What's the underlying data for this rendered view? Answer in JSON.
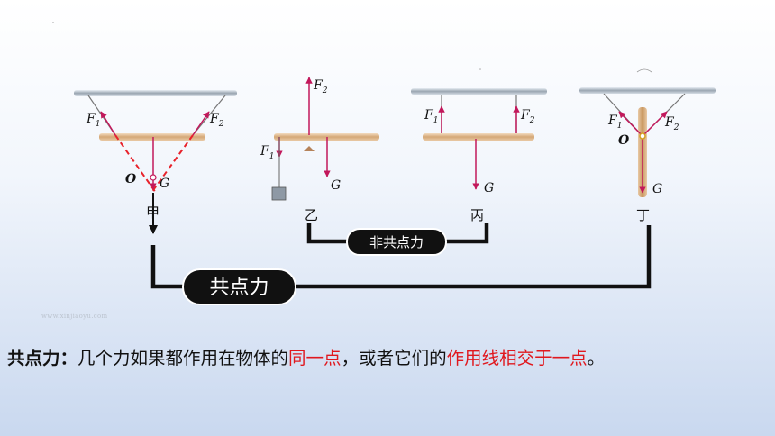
{
  "labels": {
    "f1": "F",
    "f1_sub": "1",
    "f2": "F",
    "f2_sub": "2",
    "g": "G",
    "o": "O"
  },
  "figures": {
    "jia": "甲",
    "yi": "乙",
    "bing": "丙",
    "ding": "丁"
  },
  "brackets": {
    "non_concurrent": "非共点力",
    "concurrent": "共点力"
  },
  "watermark": "www.xinjiaoyu.com",
  "definition": {
    "term": "共点力",
    "colon": "：",
    "part1": "几个力如果都作用在物体的",
    "highlight1": "同一点",
    "part2": "，或者它们的",
    "highlight2": "作用线相交于一点",
    "end": "。"
  },
  "colors": {
    "force_arrow": "#c2185b",
    "dashed_line": "#e8222b",
    "rod": "#d8b48a",
    "ceiling": "#a9b3bd",
    "pill": "#111111",
    "highlight": "#e0181e"
  }
}
